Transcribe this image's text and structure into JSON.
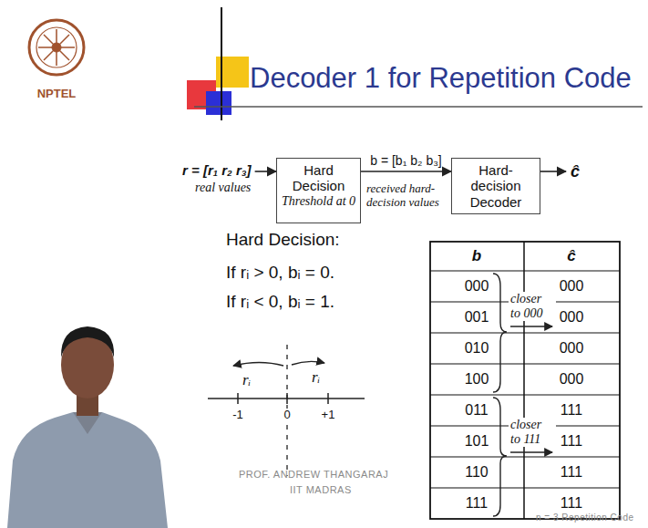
{
  "diagram": {
    "title": "Decoder 1 for Repetition Code",
    "nodes": [
      {
        "text": [
          "Hard Decision",
          "Threshold at 0"
        ]
      },
      {
        "text": [
          "Hard-decision Decoder"
        ]
      }
    ],
    "edges": [
      {
        "from": 0,
        "to": 1,
        "arrow": "to",
        "label": "b = [b₁ b₂ b₃]"
      }
    ],
    "labels": [
      "NPTEL",
      "r = [r₁ r₂ r₃]",
      "real values",
      "received hard-decision values",
      "ĉ",
      "Hard Decision:",
      "If rᵢ > 0, bᵢ = 0.",
      "If rᵢ < 0, bᵢ = 1.",
      "rᵢ",
      "rᵢ",
      "-1",
      "0",
      "+1",
      "b",
      "ĉ",
      "000",
      "000",
      "001",
      "000",
      "010",
      "000",
      "100",
      "000",
      "011",
      "111",
      "101",
      "111",
      "110",
      "111",
      "111",
      "111",
      "closer to 000",
      "closer to 111",
      "PROF. ANDREW THANGARAJ",
      "IIT MADRAS",
      "n = 3 Repetition Code"
    ]
  }
}
